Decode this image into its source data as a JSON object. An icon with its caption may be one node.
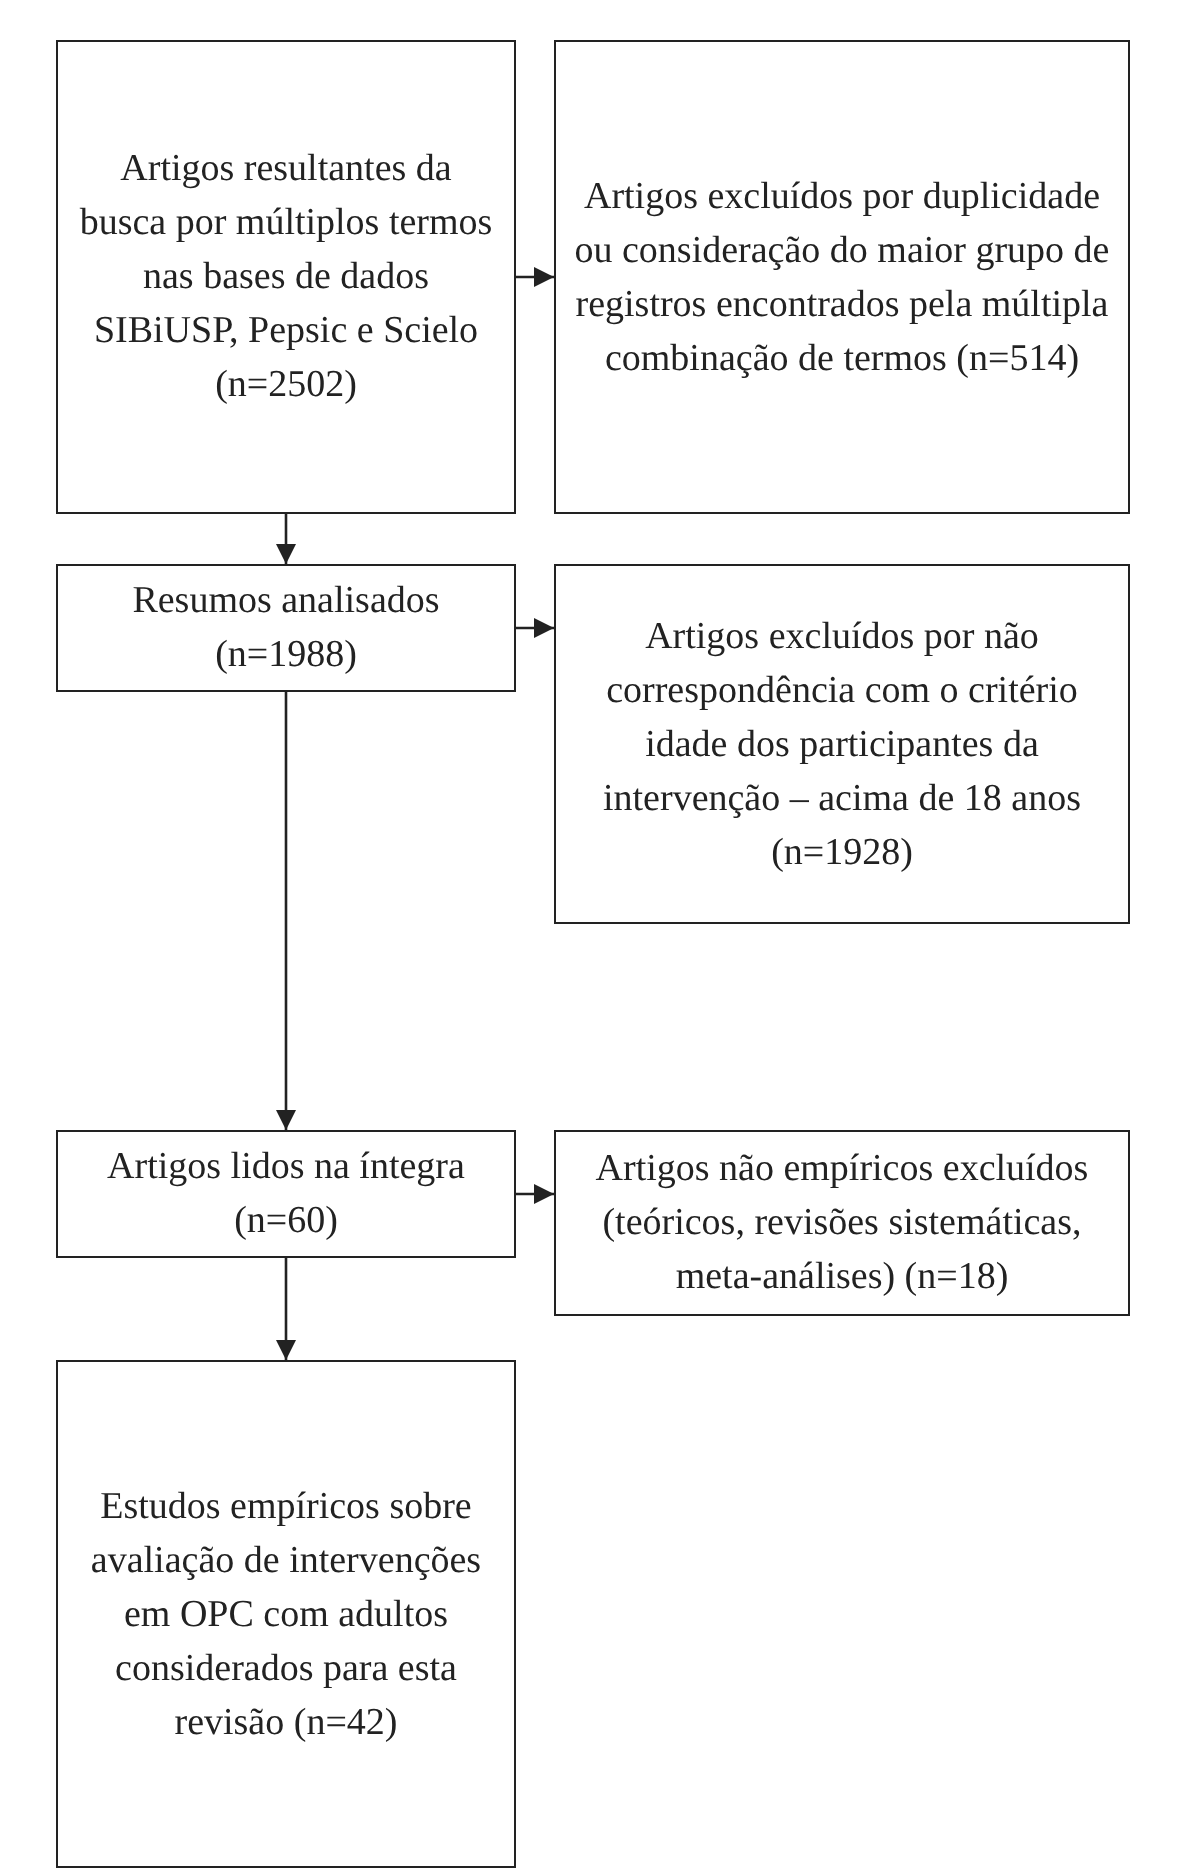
{
  "diagram": {
    "nodes": [
      {
        "text": [
          "Artigos resultantes da busca por múltiplos termos nas bases de dados SIBiUSP, Pepsic e Scielo (n=2502)"
        ]
      },
      {
        "text": [
          "Artigos excluídos por duplicidade ou consideração do maior grupo de registros encontrados pela múltipla combinação de termos (n=514)"
        ]
      },
      {
        "text": [
          "Resumos analisados (n=1988)"
        ]
      },
      {
        "text": [
          "Artigos excluídos por não correspondência com o critério idade dos participantes da intervenção – acima de 18 anos (n=1928)"
        ]
      },
      {
        "text": [
          "Artigos lidos na íntegra (n=60)"
        ]
      },
      {
        "text": [
          "Artigos não empíricos excluídos (teóricos, revisões sistemáticas, meta-análises) (n=18)"
        ]
      },
      {
        "text": [
          "Estudos empíricos sobre avaliação de intervenções em OPC com adultos considerados para esta revisão (n=42)"
        ]
      }
    ],
    "edges": [
      {
        "from": 0,
        "to": 1,
        "arrow": "to"
      },
      {
        "from": 0,
        "to": 2,
        "arrow": "to"
      },
      {
        "from": 2,
        "to": 3,
        "arrow": "to"
      },
      {
        "from": 2,
        "to": 4,
        "arrow": "to"
      },
      {
        "from": 4,
        "to": 5,
        "arrow": "to"
      },
      {
        "from": 4,
        "to": 6,
        "arrow": "to"
      }
    ]
  }
}
